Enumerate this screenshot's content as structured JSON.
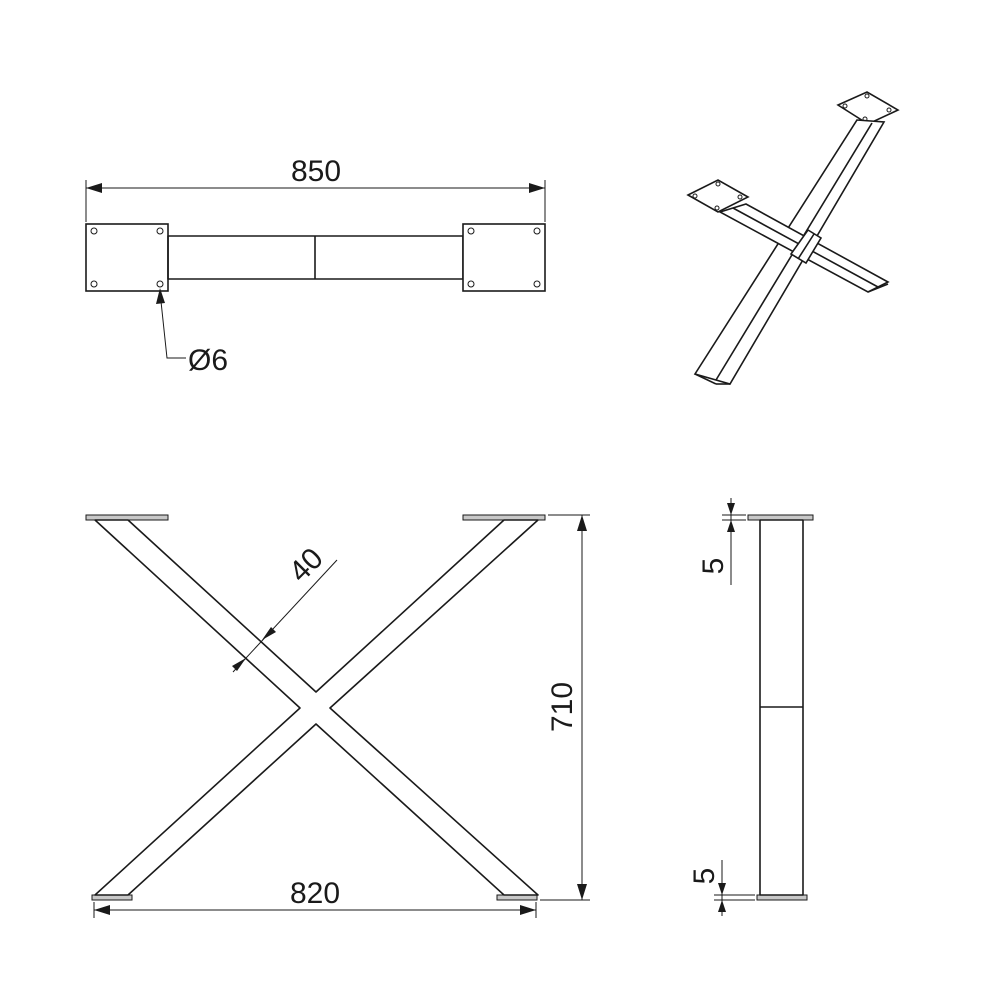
{
  "top_view": {
    "overall_length": "850",
    "hole_diameter": "Ø6"
  },
  "front_view": {
    "tube_width": "40",
    "height": "710",
    "base_width": "820"
  },
  "side_view": {
    "plate_thickness_top": "5",
    "plate_thickness_bottom": "5"
  }
}
